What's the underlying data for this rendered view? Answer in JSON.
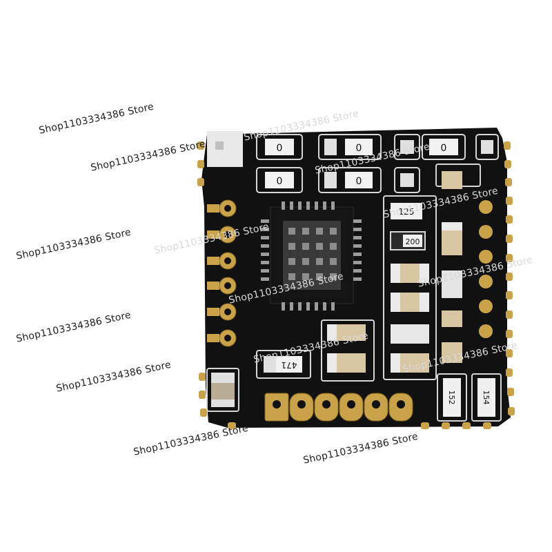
{
  "image": {
    "subject": "pcb-module-photo",
    "background_color": "#ffffff",
    "board_color": "#111111",
    "pad_color": "#c9a24a",
    "silk_color": "#d8d8d8"
  },
  "components": {
    "top_row_labels": [
      "0",
      "0",
      "0",
      "0",
      "0"
    ],
    "resistor_125": "125",
    "resistor_200": "200",
    "resistor_471": "471",
    "resistor_152": "152",
    "resistor_154": "154"
  },
  "watermark": {
    "text": "Shop1103334386 Store"
  }
}
